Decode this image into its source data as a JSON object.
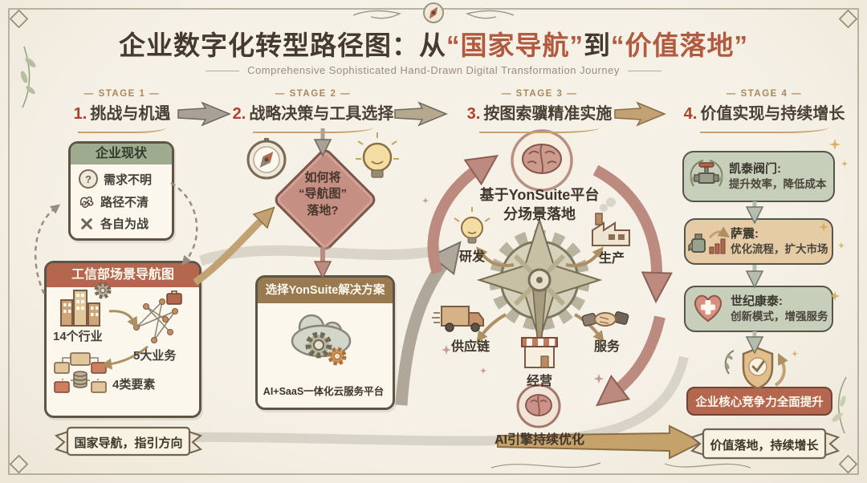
{
  "title": {
    "part1": "企业数字化转型路径图：从",
    "highlight1": "“国家导航”",
    "part2": "到",
    "highlight2": "“价值落地”",
    "subtitle": "Comprehensive Sophisticated Hand-Drawn Digital Transformation Journey"
  },
  "stages": [
    {
      "tag": "— STAGE 1 —",
      "num": "1.",
      "label": "挑战与机遇"
    },
    {
      "tag": "— STAGE 2 —",
      "num": "2.",
      "label": "战略决策与工具选择"
    },
    {
      "tag": "— STAGE 3 —",
      "num": "3.",
      "label": "按图索骥精准实施"
    },
    {
      "tag": "— STAGE 4 —",
      "num": "4.",
      "label": "价值实现与持续增长"
    }
  ],
  "stage1": {
    "status": {
      "title": "企业现状",
      "items": [
        {
          "icon": "question-bubble",
          "label": "需求不明"
        },
        {
          "icon": "tangle",
          "label": "路径不清"
        },
        {
          "icon": "crossed-tools",
          "label": "各自为战"
        }
      ]
    },
    "nav": {
      "title": "工信部场景导航图",
      "industries": "14个行业",
      "business": "5大业务",
      "elements": "4类要素"
    }
  },
  "stage2": {
    "diamond": [
      "如何将",
      "“导航图”",
      "落地?"
    ],
    "solution": {
      "title": "选择YonSuite解决方案",
      "caption": "AI+SaaS一体化云服务平台"
    }
  },
  "stage3": {
    "platform": [
      "基于YonSuite平台",
      "分场景落地"
    ],
    "scene_rd": "研发",
    "scene_prod": "生产",
    "scene_supply": "供应链",
    "scene_ops": "经营",
    "scene_service": "服务",
    "ai": "AI引擎持续优化"
  },
  "stage4": {
    "cases": [
      {
        "name": "凯泰阀门:",
        "desc": "提升效率，降低成本"
      },
      {
        "name": "萨震:",
        "desc": "优化流程，扩大市场"
      },
      {
        "name": "世纪康泰:",
        "desc": "创新模式，增强服务"
      }
    ],
    "result": "企业核心竞争力全面提升"
  },
  "banners": {
    "left": "国家导航，指引方向",
    "right": "价值落地，持续增长"
  },
  "icons": {
    "question": "?"
  },
  "colors": {
    "accent_red": "#b25a3f",
    "terracotta": "#b4674e",
    "sage": "#9fab8f",
    "brown": "#997950",
    "rose": "#c59083",
    "gold": "#c2a173"
  }
}
